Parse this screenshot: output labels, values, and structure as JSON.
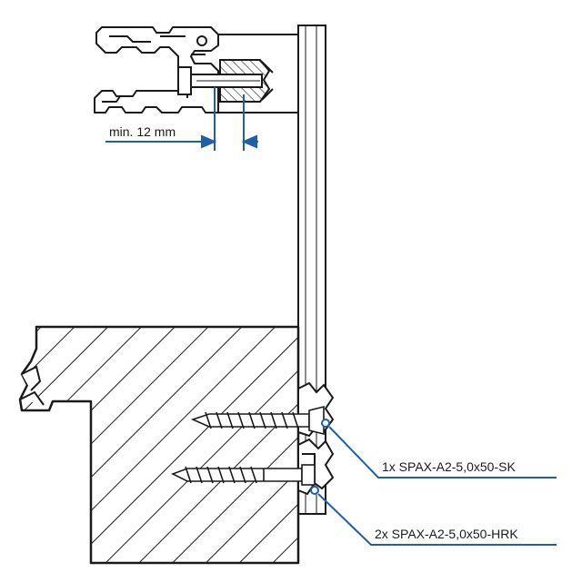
{
  "labels": {
    "min_distance": "min. 12 mm",
    "screw_top": "1x SPAX-A2-5,0x50-SK",
    "screw_bottom": "2x SPAX-A2-5,0x50-HRK"
  },
  "colors": {
    "line": "#1a1a1a",
    "accent": "#1f5fa8",
    "background": "#ffffff"
  }
}
